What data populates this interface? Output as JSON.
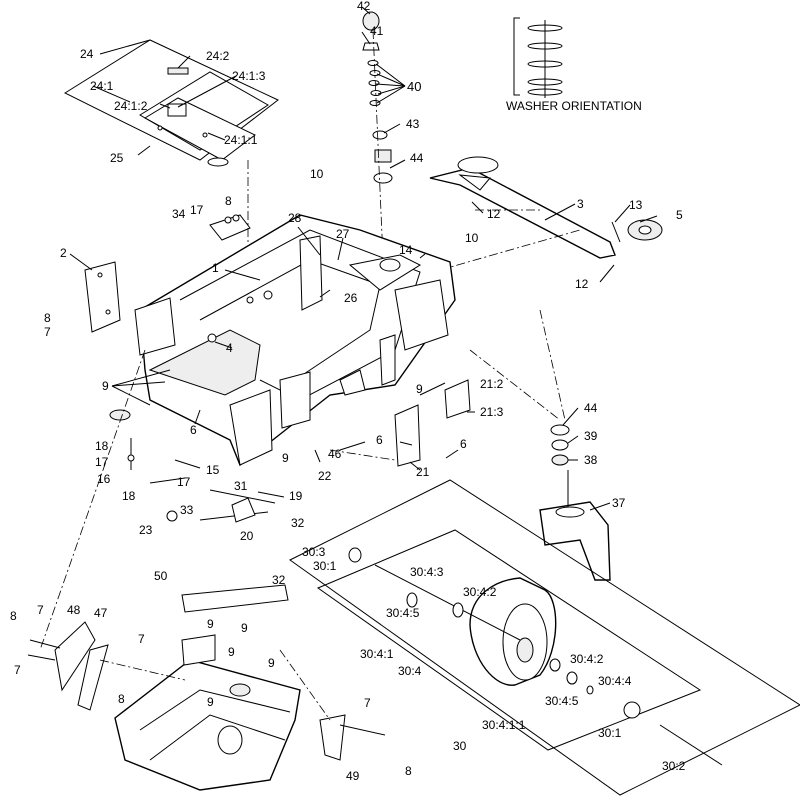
{
  "note": "WASHER ORIENTATION",
  "labels": {
    "l1": "1",
    "l2": "2",
    "l3": "3",
    "l4": "4",
    "l5": "5",
    "l6a": "6",
    "l6b": "6",
    "l6c": "6",
    "l7a": "7",
    "l7b": "7",
    "l7c": "7",
    "l7d": "7",
    "l7e": "7",
    "l8a": "8",
    "l8b": "8",
    "l8c": "8",
    "l8d": "8",
    "l8e": "8",
    "l9a": "9",
    "l9b": "9",
    "l9c": "9",
    "l9d": "9",
    "l9e": "9",
    "l9f": "9",
    "l9g": "9",
    "l9h": "9",
    "l10a": "10",
    "l10b": "10",
    "l12a": "12",
    "l12b": "12",
    "l13": "13",
    "l14": "14",
    "l15": "15",
    "l16": "16",
    "l17a": "17",
    "l17b": "17",
    "l17c": "17",
    "l18a": "18",
    "l18b": "18",
    "l19": "19",
    "l20": "20",
    "l21": "21",
    "l21_2": "21:2",
    "l21_3": "21:3",
    "l22": "22",
    "l23": "23",
    "l24": "24",
    "l24_1": "24:1",
    "l24_2": "24:2",
    "l24_1_1": "24:1:1",
    "l24_1_2": "24:1:2",
    "l24_1_3": "24:1:3",
    "l25": "25",
    "l26": "26",
    "l27": "27",
    "l28": "28",
    "l30": "30",
    "l30_1a": "30:1",
    "l30_1b": "30:1",
    "l30_2": "30:2",
    "l30_3": "30:3",
    "l30_4": "30:4",
    "l30_4_1": "30:4:1",
    "l30_4_1_1": "30:4:1:1",
    "l30_4_2a": "30:4:2",
    "l30_4_2b": "30:4:2",
    "l30_4_3": "30:4:3",
    "l30_4_4": "30:4:4",
    "l30_4_5a": "30:4:5",
    "l30_4_5b": "30:4:5",
    "l31": "31",
    "l32a": "32",
    "l32b": "32",
    "l33": "33",
    "l34": "34",
    "l37": "37",
    "l38": "38",
    "l39": "39",
    "l40": "40",
    "l41": "41",
    "l42": "42",
    "l43": "43",
    "l44a": "44",
    "l44b": "44",
    "l46": "46",
    "l47": "47",
    "l48": "48",
    "l49": "49",
    "l50": "50"
  }
}
